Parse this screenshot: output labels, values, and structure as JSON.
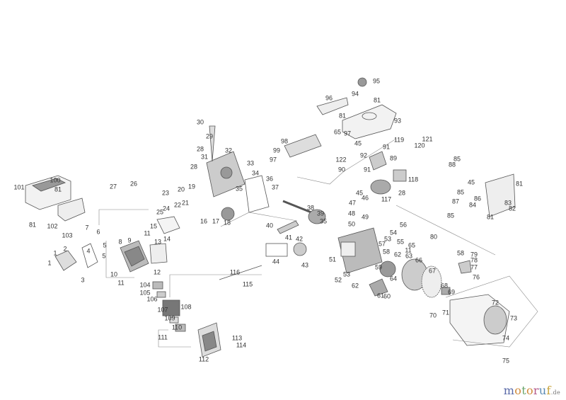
{
  "diagram": {
    "type": "exploded parts diagram",
    "callouts": [
      "101",
      "100",
      "81",
      "81",
      "102",
      "103",
      "27",
      "26",
      "23",
      "20",
      "19",
      "21",
      "22",
      "24",
      "25",
      "15",
      "11",
      "14",
      "13",
      "9",
      "8",
      "7",
      "6",
      "5",
      "5",
      "4",
      "2",
      "1",
      "1",
      "3",
      "10",
      "11",
      "12",
      "104",
      "105",
      "106",
      "107",
      "108",
      "109",
      "110",
      "111",
      "112",
      "113",
      "114",
      "116",
      "115",
      "16",
      "17",
      "18",
      "30",
      "29",
      "28",
      "32",
      "31",
      "33",
      "28",
      "34",
      "35",
      "36",
      "37",
      "38",
      "39",
      "35",
      "40",
      "41",
      "42",
      "44",
      "43",
      "51",
      "96",
      "95",
      "94",
      "81",
      "81",
      "93",
      "98",
      "65",
      "97",
      "99",
      "97",
      "45",
      "92",
      "91",
      "89",
      "91",
      "122",
      "90",
      "119",
      "121",
      "120",
      "118",
      "117",
      "28",
      "45",
      "46",
      "47",
      "48",
      "49",
      "50",
      "85",
      "88",
      "45",
      "85",
      "86",
      "87",
      "85",
      "81",
      "83",
      "82",
      "84",
      "81",
      "56",
      "80",
      "54",
      "53",
      "57",
      "55",
      "65",
      "58",
      "62",
      "11",
      "63",
      "53",
      "52",
      "59",
      "64",
      "62",
      "61",
      "60",
      "66",
      "67",
      "68",
      "69",
      "70",
      "71",
      "72",
      "73",
      "74",
      "75",
      "58",
      "79",
      "78",
      "77",
      "76"
    ]
  },
  "watermark": {
    "brand": "motoruf",
    "tld": ".de"
  }
}
